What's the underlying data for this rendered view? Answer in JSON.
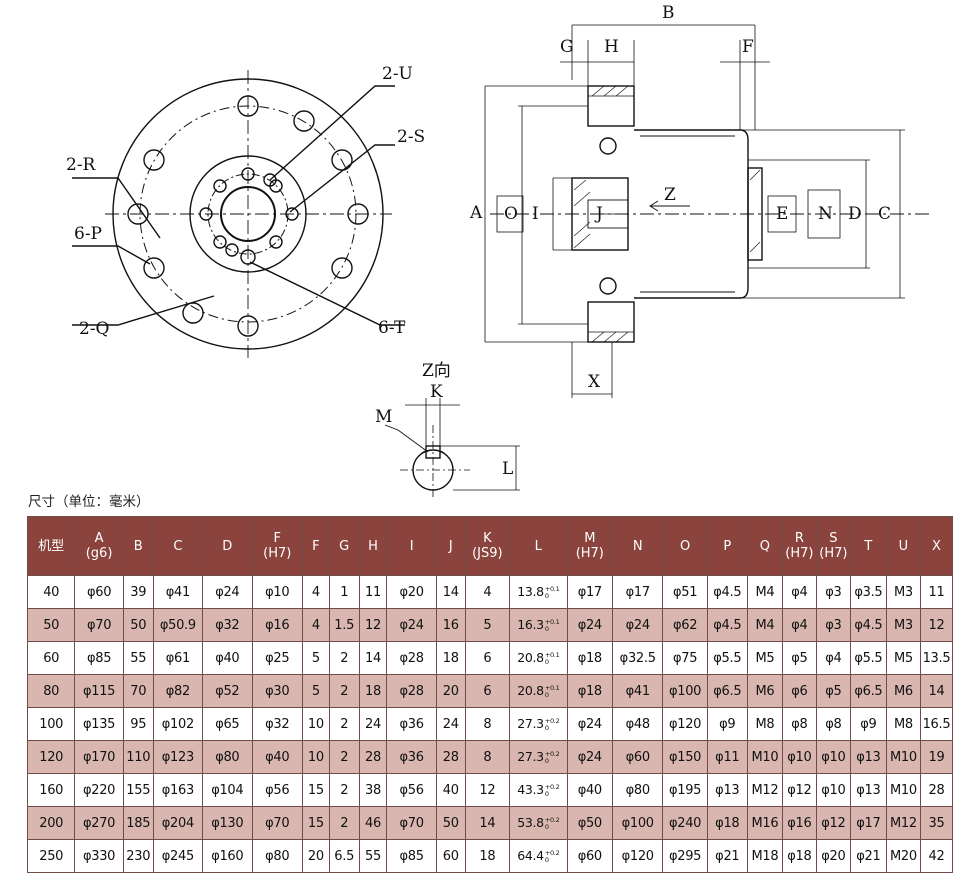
{
  "drawing": {
    "front_view_labels": [
      "2-U",
      "2-S",
      "2-R",
      "6-P",
      "2-Q",
      "6-T"
    ],
    "side_view_labels": [
      "B",
      "G",
      "H",
      "F",
      "A",
      "O",
      "I",
      "J",
      "Z",
      "E",
      "N",
      "D",
      "C",
      "X"
    ],
    "key_view": {
      "title": "Z向",
      "labels": [
        "K",
        "M",
        "L"
      ]
    }
  },
  "caption": "尺寸（单位：毫米）",
  "table": {
    "headers": [
      {
        "main": "机型",
        "sub": ""
      },
      {
        "main": "A",
        "sub": "(g6)"
      },
      {
        "main": "B",
        "sub": ""
      },
      {
        "main": "C",
        "sub": ""
      },
      {
        "main": "D",
        "sub": ""
      },
      {
        "main": "F",
        "sub": "(H7)"
      },
      {
        "main": "F",
        "sub": ""
      },
      {
        "main": "G",
        "sub": ""
      },
      {
        "main": "H",
        "sub": ""
      },
      {
        "main": "I",
        "sub": ""
      },
      {
        "main": "J",
        "sub": ""
      },
      {
        "main": "K",
        "sub": "(JS9)"
      },
      {
        "main": "L",
        "sub": ""
      },
      {
        "main": "M",
        "sub": "(H7)"
      },
      {
        "main": "N",
        "sub": ""
      },
      {
        "main": "O",
        "sub": ""
      },
      {
        "main": "P",
        "sub": ""
      },
      {
        "main": "Q",
        "sub": ""
      },
      {
        "main": "R",
        "sub": "(H7)"
      },
      {
        "main": "S",
        "sub": "(H7)"
      },
      {
        "main": "T",
        "sub": ""
      },
      {
        "main": "U",
        "sub": ""
      },
      {
        "main": "X",
        "sub": ""
      }
    ],
    "rows": [
      {
        "cells": [
          "40",
          "φ60",
          "39",
          "φ41",
          "φ24",
          "φ10",
          "4",
          "1",
          "11",
          "φ20",
          "14",
          "4"
        ],
        "L": {
          "value": "13.8",
          "upper": "+0.1",
          "lower": "0"
        },
        "rest": [
          "φ17",
          "φ17",
          "φ51",
          "φ4.5",
          "M4",
          "φ4",
          "φ3",
          "φ3.5",
          "M3",
          "11"
        ]
      },
      {
        "cells": [
          "50",
          "φ70",
          "50",
          "φ50.9",
          "φ32",
          "φ16",
          "4",
          "1.5",
          "12",
          "φ24",
          "16",
          "5"
        ],
        "L": {
          "value": "16.3",
          "upper": "+0.1",
          "lower": "0"
        },
        "rest": [
          "φ24",
          "φ24",
          "φ62",
          "φ4.5",
          "M4",
          "φ4",
          "φ3",
          "φ4.5",
          "M3",
          "12"
        ]
      },
      {
        "cells": [
          "60",
          "φ85",
          "55",
          "φ61",
          "φ40",
          "φ25",
          "5",
          "2",
          "14",
          "φ28",
          "18",
          "6"
        ],
        "L": {
          "value": "20.8",
          "upper": "+0.1",
          "lower": "0"
        },
        "rest": [
          "φ18",
          "φ32.5",
          "φ75",
          "φ5.5",
          "M5",
          "φ5",
          "φ4",
          "φ5.5",
          "M5",
          "13.5"
        ]
      },
      {
        "cells": [
          "80",
          "φ115",
          "70",
          "φ82",
          "φ52",
          "φ30",
          "5",
          "2",
          "18",
          "φ28",
          "20",
          "6"
        ],
        "L": {
          "value": "20.8",
          "upper": "+0.1",
          "lower": "0"
        },
        "rest": [
          "φ18",
          "φ41",
          "φ100",
          "φ6.5",
          "M6",
          "φ6",
          "φ5",
          "φ6.5",
          "M6",
          "14"
        ]
      },
      {
        "cells": [
          "100",
          "φ135",
          "95",
          "φ102",
          "φ65",
          "φ32",
          "10",
          "2",
          "24",
          "φ36",
          "24",
          "8"
        ],
        "L": {
          "value": "27.3",
          "upper": "+0.2",
          "lower": "0"
        },
        "rest": [
          "φ24",
          "φ48",
          "φ120",
          "φ9",
          "M8",
          "φ8",
          "φ8",
          "φ9",
          "M8",
          "16.5"
        ]
      },
      {
        "cells": [
          "120",
          "φ170",
          "110",
          "φ123",
          "φ80",
          "φ40",
          "10",
          "2",
          "28",
          "φ36",
          "28",
          "8"
        ],
        "L": {
          "value": "27.3",
          "upper": "+0.2",
          "lower": "0"
        },
        "rest": [
          "φ24",
          "φ60",
          "φ150",
          "φ11",
          "M10",
          "φ10",
          "φ10",
          "φ13",
          "M10",
          "19"
        ]
      },
      {
        "cells": [
          "160",
          "φ220",
          "155",
          "φ163",
          "φ104",
          "φ56",
          "15",
          "2",
          "38",
          "φ56",
          "40",
          "12"
        ],
        "L": {
          "value": "43.3",
          "upper": "+0.2",
          "lower": "0"
        },
        "rest": [
          "φ40",
          "φ80",
          "φ195",
          "φ13",
          "M12",
          "φ12",
          "φ10",
          "φ13",
          "M10",
          "28"
        ]
      },
      {
        "cells": [
          "200",
          "φ270",
          "185",
          "φ204",
          "φ130",
          "φ70",
          "15",
          "2",
          "46",
          "φ70",
          "50",
          "14"
        ],
        "L": {
          "value": "53.8",
          "upper": "+0.2",
          "lower": "0"
        },
        "rest": [
          "φ50",
          "φ100",
          "φ240",
          "φ18",
          "M16",
          "φ16",
          "φ12",
          "φ17",
          "M12",
          "35"
        ]
      },
      {
        "cells": [
          "250",
          "φ330",
          "230",
          "φ245",
          "φ160",
          "φ80",
          "20",
          "6.5",
          "55",
          "φ85",
          "60",
          "18"
        ],
        "L": {
          "value": "64.4",
          "upper": "+0.2",
          "lower": "0"
        },
        "rest": [
          "φ60",
          "φ120",
          "φ295",
          "φ21",
          "M18",
          "φ18",
          "φ20",
          "φ21",
          "M20",
          "42"
        ]
      }
    ]
  }
}
